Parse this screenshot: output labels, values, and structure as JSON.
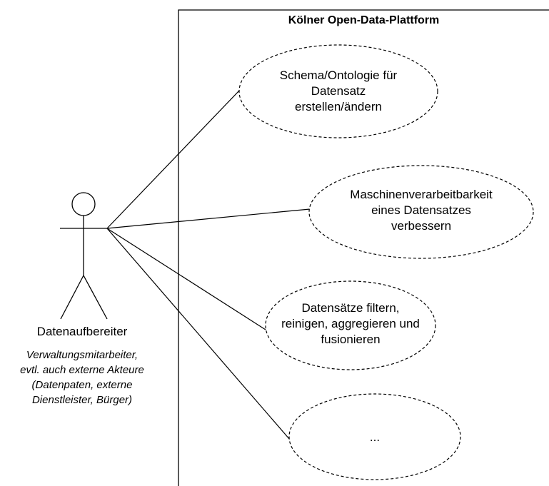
{
  "system": {
    "title": "Kölner Open-Data-Plattform"
  },
  "actor": {
    "name": "Datenaufbereiter",
    "description": [
      "Verwaltungsmitarbeiter,",
      "evtl. auch externe Akteure",
      "(Datenpaten, externe",
      "Dienstleister, Bürger)"
    ]
  },
  "use_cases": [
    {
      "lines": [
        "Schema/Ontologie für",
        "Datensatz",
        "erstellen/ändern"
      ]
    },
    {
      "lines": [
        "Maschinenverarbeitbarkeit",
        "eines Datensatzes",
        "verbessern"
      ]
    },
    {
      "lines": [
        "Datensätze filtern,",
        "reinigen, aggregieren und",
        "fusionieren"
      ]
    },
    {
      "lines": [
        "..."
      ]
    }
  ]
}
